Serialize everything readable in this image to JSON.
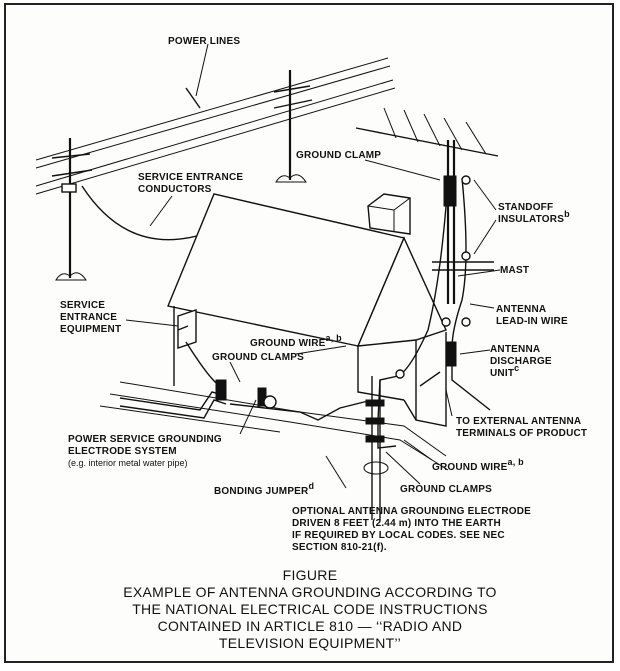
{
  "labels": {
    "power_lines": "POWER LINES",
    "ground_clamp": "GROUND CLAMP",
    "service_entrance_conductors_1": "SERVICE ENTRANCE",
    "service_entrance_conductors_2": "CONDUCTORS",
    "standoff_insulators_1": "STANDOFF",
    "standoff_insulators_2": "INSULATORS",
    "standoff_insulators_sup": "b",
    "mast": "MAST",
    "antenna_leadin_1": "ANTENNA",
    "antenna_leadin_2": "LEAD-IN WIRE",
    "service_entrance_equipment_1": "SERVICE",
    "service_entrance_equipment_2": "ENTRANCE",
    "service_entrance_equipment_3": "EQUIPMENT",
    "ground_wire_top": "GROUND WIRE",
    "ground_wire_top_sup": "a, b",
    "ground_clamps_top": "GROUND CLAMPS",
    "antenna_discharge_1": "ANTENNA",
    "antenna_discharge_2": "DISCHARGE",
    "antenna_discharge_3": "UNIT",
    "antenna_discharge_sup": "c",
    "external_terminals_1": "TO EXTERNAL ANTENNA",
    "external_terminals_2": "TERMINALS OF PRODUCT",
    "power_service_1": "POWER SERVICE GROUNDING",
    "power_service_2": "ELECTRODE SYSTEM",
    "power_service_3": "(e.g. interior metal water pipe)",
    "ground_wire_bottom": "GROUND WIRE",
    "ground_wire_bottom_sup": "a, b",
    "bonding_jumper": "BONDING JUMPER",
    "bonding_jumper_sup": "d",
    "ground_clamps_bottom": "GROUND CLAMPS",
    "optional_1": "OPTIONAL ANTENNA GROUNDING ELECTRODE",
    "optional_2": "DRIVEN 8 FEET (2.44 m) INTO THE EARTH",
    "optional_3": "IF REQUIRED BY LOCAL CODES. SEE NEC",
    "optional_4": "SECTION 810-21(f)."
  },
  "caption": {
    "line1": "FIGURE",
    "line2": "EXAMPLE OF ANTENNA GROUNDING ACCORDING TO",
    "line3": "THE NATIONAL ELECTRICAL CODE INSTRUCTIONS",
    "line4": "CONTAINED IN ARTICLE 810 — ‘‘RADIO AND",
    "line5": "TELEVISION EQUIPMENT’’"
  }
}
